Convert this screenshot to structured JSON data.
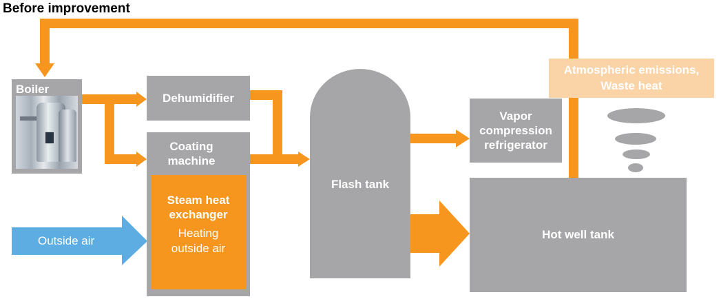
{
  "title": "Before improvement",
  "nodes": {
    "boiler": "Boiler",
    "dehumidifier": "Dehumidifier",
    "coating_machine": "Coating\nmachine",
    "steam_heat_exchanger": "Steam heat\nexchanger",
    "heating_outside_air": "Heating\noutside air",
    "outside_air": "Outside air",
    "flash_tank": "Flash tank",
    "vapor_compression_refrigerator": "Vapor\ncompression\nrefrigerator",
    "hot_well_tank": "Hot well tank",
    "atmospheric_emissions": "Atmospheric emissions,\nWaste heat"
  },
  "colors": {
    "steam_flow": "#f6961e",
    "air_flow": "#5dade2",
    "equipment": "#a6a5a7",
    "emissions_bg": "#fad3a7"
  },
  "icons": {
    "boiler": "boiler-photo",
    "smoke": "smoke-plume-icon"
  }
}
